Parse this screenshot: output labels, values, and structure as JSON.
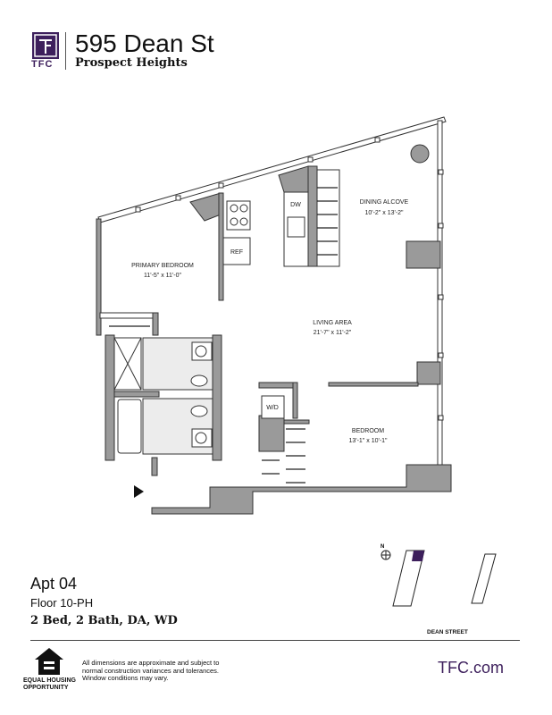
{
  "header": {
    "brand": "TFC",
    "title": "595 Dean St",
    "subtitle": "Prospect Heights"
  },
  "rooms": [
    {
      "name": "PRIMARY BEDROOM",
      "dims": "11'-5\" x 11'-0\""
    },
    {
      "name": "DINING ALCOVE",
      "dims": "10'-2\" x 13'-2\""
    },
    {
      "name": "LIVING AREA",
      "dims": "21'-7\" x 11'-2\""
    },
    {
      "name": "BEDROOM",
      "dims": "13'-1\" x 10'-1\""
    }
  ],
  "fixtures": {
    "dishwasher": "DW",
    "refrigerator": "REF",
    "washer_dryer": "W/D"
  },
  "unit": {
    "apt": "Apt 04",
    "floor": "Floor 10-PH",
    "summary": "2 Bed, 2 Bath, DA, WD"
  },
  "keyplan": {
    "north": "N",
    "street": "DEAN STREET"
  },
  "footer": {
    "disclaimer": "All dimensions are approximate and subject to normal construction variances and tolerances. Window conditions may vary.",
    "website": "TFC.com",
    "eho_label": "EQUAL HOUSING OPPORTUNITY"
  },
  "colors": {
    "brand": "#3d1f5c",
    "wall_fill": "#9a9a9a"
  }
}
